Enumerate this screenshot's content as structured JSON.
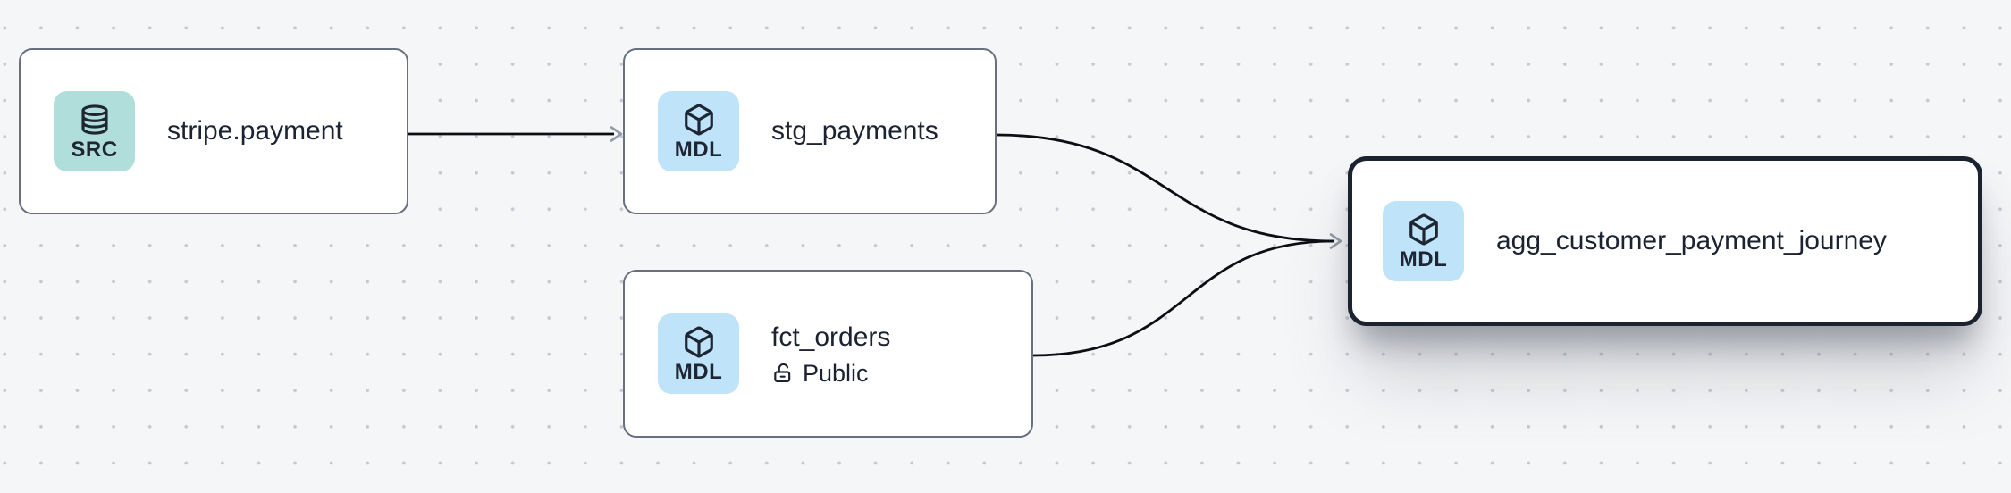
{
  "app": {
    "view": "lineage-graph-canvas"
  },
  "canvas": {
    "background_color": "#f5f6f8",
    "dot_color": "#c5c9d1"
  },
  "colors": {
    "node_background": "#ffffff",
    "node_border": "#68707f",
    "selected_node_border": "#1b2230",
    "title_text": "#1b2230",
    "edge": "#0c0e13",
    "arrowhead": "#939aa7",
    "source_badge_background": "#b0dfdb",
    "model_badge_background": "#bfe3f9"
  },
  "nodes": [
    {
      "id": "stripe.payment",
      "title": "stripe.payment",
      "type": "source",
      "badge_label": "SRC",
      "badge_icon": "database-icon",
      "selected": false
    },
    {
      "id": "stg_payments",
      "title": "stg_payments",
      "type": "model",
      "badge_label": "MDL",
      "badge_icon": "cube-icon",
      "selected": false
    },
    {
      "id": "fct_orders",
      "title": "fct_orders",
      "type": "model",
      "badge_label": "MDL",
      "badge_icon": "cube-icon",
      "access": "Public",
      "access_icon": "unlock-icon",
      "selected": false
    },
    {
      "id": "agg_customer_payment_journey",
      "title": "agg_customer_payment_journey",
      "type": "model",
      "badge_label": "MDL",
      "badge_icon": "cube-icon",
      "selected": true
    }
  ],
  "edges": [
    {
      "from": "stripe.payment",
      "to": "stg_payments"
    },
    {
      "from": "stg_payments",
      "to": "agg_customer_payment_journey"
    },
    {
      "from": "fct_orders",
      "to": "agg_customer_payment_journey"
    }
  ]
}
